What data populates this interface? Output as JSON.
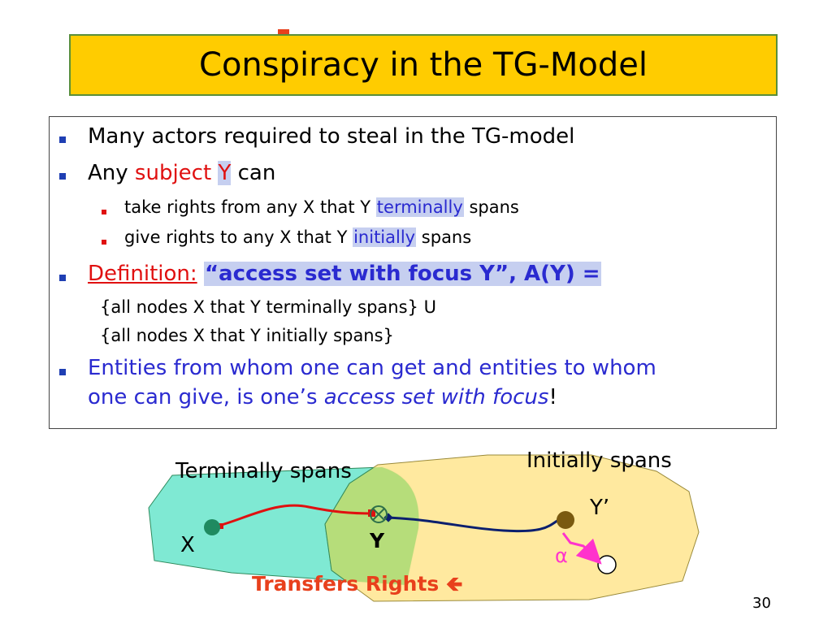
{
  "title": "Conspiracy in the TG-Model",
  "bullets": {
    "b1": "Many actors required to steal in the TG-model",
    "b2_pre": "Any",
    "b2_subject": "subject",
    "b2_y": "Y",
    "b2_post": "can",
    "s1_pre": "take rights from any X that Y",
    "s1_hl": "terminally",
    "s1_post": "spans",
    "s2_pre": "give rights to any X that Y",
    "s2_hl": "initially",
    "s2_post": "spans",
    "b3_def": "Definition:",
    "b3_text": "“access set with focus Y”,  A(Y) =",
    "c1": "{all nodes X that Y terminally spans} U",
    "c2": "{all nodes X that Y initially spans}",
    "b4_line1": "Entities from whom one can get and entities to whom",
    "b4_line2_pre": "one can give, is one’s",
    "b4_line2_ital": "access set with focus",
    "b4_line2_post": "!"
  },
  "diagram": {
    "terminally_label": "Terminally spans",
    "initially_label": "Initially spans",
    "x_label": "X",
    "y_label": "Y",
    "yprime_label": "Y’",
    "alpha_label": "α",
    "transfers_label": "Transfers Rights",
    "arrow_glyph": "🡸"
  },
  "colors": {
    "title_bg": "#ffcc00",
    "terminal_region": "#7fe9d3",
    "initial_region": "#ffe89a",
    "overlap_region": "#b6dd7a",
    "red_path": "#e01010",
    "navy_path": "#0b1f6e",
    "alpha_arrow": "#ff33cc"
  },
  "page_number": "30"
}
